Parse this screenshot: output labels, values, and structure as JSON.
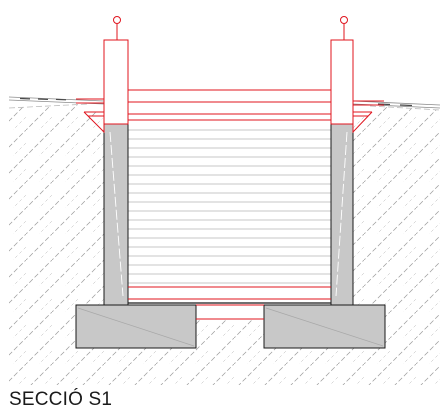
{
  "drawing": {
    "section_title": "SECCIÓ S1",
    "colors": {
      "concrete": "#c8c8c8",
      "concrete_edge": "#1a1a1a",
      "red_outline": "#e0141e",
      "hatch": "#8c8c8c",
      "courses": "#b4b4b4",
      "background": "#ffffff"
    },
    "elements": [
      "ground-hatching",
      "left-wall",
      "right-wall",
      "left-footing",
      "right-footing",
      "left-pillar",
      "right-pillar",
      "deck-rails",
      "surface-pavement"
    ]
  }
}
